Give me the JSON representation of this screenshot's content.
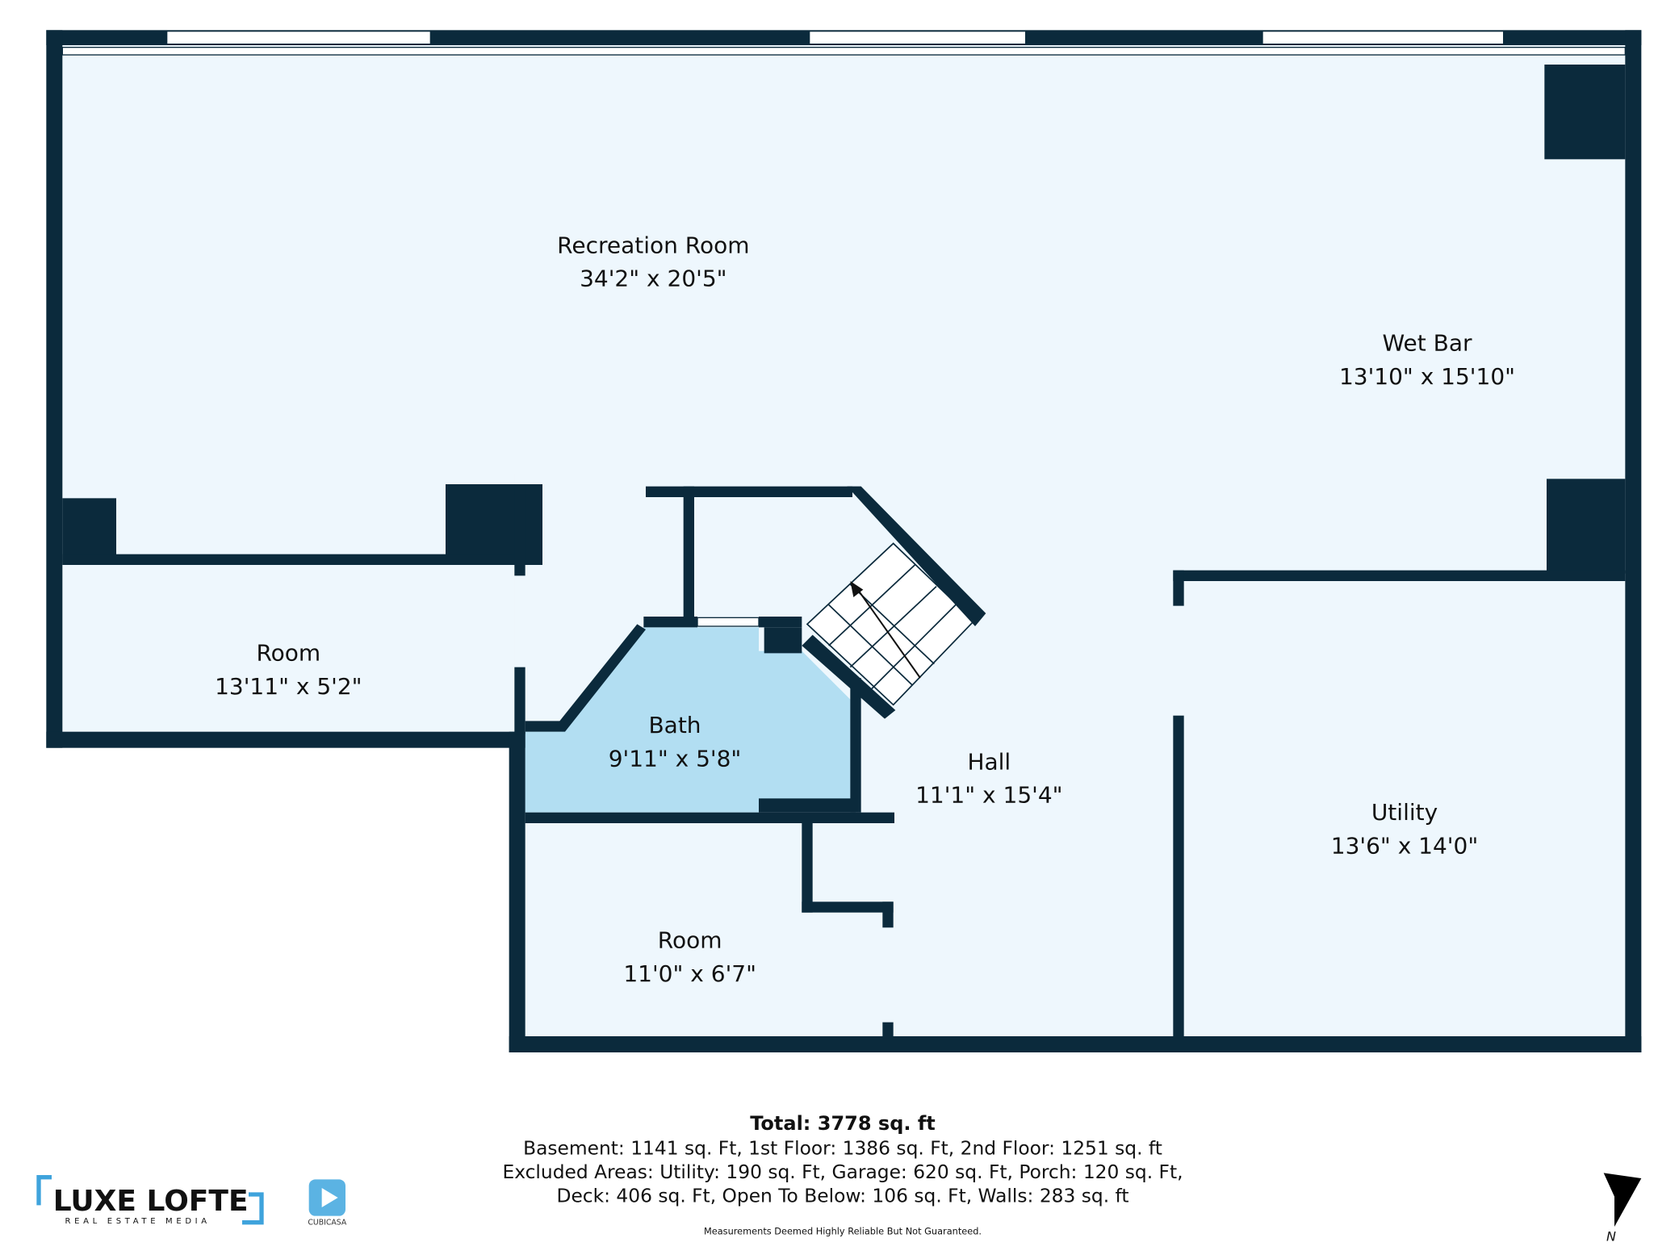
{
  "rooms": [
    {
      "name": "Recreation Room",
      "size": "34'2\" x 20'5\""
    },
    {
      "name": "Wet Bar",
      "size": "13'10\" x 15'10\""
    },
    {
      "name": "Room",
      "size": "13'11\" x 5'2\""
    },
    {
      "name": "Bath",
      "size": "9'11\" x 5'8\""
    },
    {
      "name": "Hall",
      "size": "11'1\" x 15'4\""
    },
    {
      "name": "Utility",
      "size": "13'6\" x 14'0\""
    },
    {
      "name": "Room",
      "size": "11'0\" x 6'7\""
    }
  ],
  "footer": {
    "total": "Total: 3778 sq. ft",
    "line1": "Basement: 1141 sq. Ft, 1st Floor: 1386 sq. Ft, 2nd Floor: 1251 sq. ft",
    "line2": "Excluded Areas: Utility: 190 sq. Ft, Garage: 620 sq. Ft, Porch: 120 sq. Ft,",
    "line3": "Deck: 406 sq. Ft, Open To Below: 106 sq. Ft, Walls: 283 sq. ft",
    "disclaimer": "Measurements Deemed Highly Reliable But Not Guaranteed."
  },
  "logos": {
    "brand": "LUXE LOFTE",
    "brand_sub": "REAL ESTATE MEDIA",
    "cubicasa": "CUBICASA"
  },
  "compass": {
    "label": "N"
  },
  "colors": {
    "wall": "#0b2a3c",
    "floor": "#eef7fd",
    "bath": "#b2def2"
  }
}
